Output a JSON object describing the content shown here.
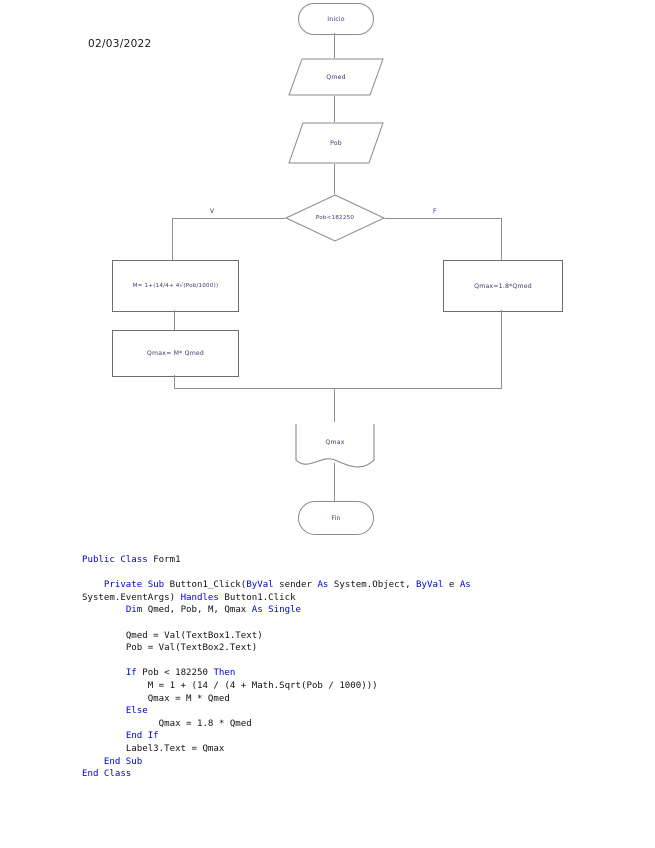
{
  "date": "02/03/2022",
  "flowchart": {
    "nodes": {
      "start": "Inicio",
      "input_qmed": "Qmed",
      "input_pob": "Pob",
      "decision": "Pob<182250",
      "proc_m": "M= 1+(14/4+ 4√(Pob/1000))",
      "proc_qmax_m": "Qmax= M* Qmed",
      "proc_qmax_18": "Qmax=1.8*Qmed",
      "output_qmax": "Qmax",
      "end": "Fin"
    },
    "branch_true": "V",
    "branch_false": "F",
    "colors": {
      "shape_border": "#8a8a8a",
      "text": "#3a3a6b",
      "connector": "#8f8f8f"
    }
  },
  "code": {
    "language": "Visual Basic .NET",
    "keyword_color": "#0000d8",
    "lines": [
      {
        "indent": 0,
        "segments": [
          {
            "t": "Public Class ",
            "k": true
          },
          {
            "t": "Form1",
            "k": false
          }
        ]
      },
      {
        "indent": 0,
        "segments": [
          {
            "t": "",
            "k": false
          }
        ]
      },
      {
        "indent": 4,
        "segments": [
          {
            "t": "Private Sub ",
            "k": true
          },
          {
            "t": "Button1_Click(",
            "k": false
          },
          {
            "t": "ByVal ",
            "k": true
          },
          {
            "t": "sender ",
            "k": false
          },
          {
            "t": "As ",
            "k": true
          },
          {
            "t": "System.Object, ",
            "k": false
          },
          {
            "t": "ByVal ",
            "k": true
          },
          {
            "t": "e ",
            "k": false
          },
          {
            "t": "As ",
            "k": true
          },
          {
            "t": "\nSystem.EventArgs) ",
            "k": false
          },
          {
            "t": "Handles ",
            "k": true
          },
          {
            "t": "Button1.Click",
            "k": false
          }
        ]
      },
      {
        "indent": 8,
        "segments": [
          {
            "t": "Dim ",
            "k": true
          },
          {
            "t": "Qmed, Pob, M, Qmax ",
            "k": false
          },
          {
            "t": "As Single",
            "k": true
          }
        ]
      },
      {
        "indent": 0,
        "segments": [
          {
            "t": "",
            "k": false
          }
        ]
      },
      {
        "indent": 8,
        "segments": [
          {
            "t": "Qmed = Val(TextBox1.Text)",
            "k": false
          }
        ]
      },
      {
        "indent": 8,
        "segments": [
          {
            "t": "Pob = Val(TextBox2.Text)",
            "k": false
          }
        ]
      },
      {
        "indent": 0,
        "segments": [
          {
            "t": "",
            "k": false
          }
        ]
      },
      {
        "indent": 8,
        "segments": [
          {
            "t": "If ",
            "k": true
          },
          {
            "t": "Pob < 182250 ",
            "k": false
          },
          {
            "t": "Then",
            "k": true
          }
        ]
      },
      {
        "indent": 12,
        "segments": [
          {
            "t": "M = 1 + (14 / (4 + Math.Sqrt(Pob / 1000)))",
            "k": false
          }
        ]
      },
      {
        "indent": 12,
        "segments": [
          {
            "t": "Qmax = M * Qmed",
            "k": false
          }
        ]
      },
      {
        "indent": 8,
        "segments": [
          {
            "t": "Else",
            "k": true
          }
        ]
      },
      {
        "indent": 14,
        "segments": [
          {
            "t": "Qmax = 1.8 * Qmed",
            "k": false
          }
        ]
      },
      {
        "indent": 8,
        "segments": [
          {
            "t": "End If",
            "k": true
          }
        ]
      },
      {
        "indent": 8,
        "segments": [
          {
            "t": "Label3.Text = Qmax",
            "k": false
          }
        ]
      },
      {
        "indent": 4,
        "segments": [
          {
            "t": "End Sub",
            "k": true
          }
        ]
      },
      {
        "indent": 0,
        "segments": [
          {
            "t": "End Class",
            "k": true
          }
        ]
      }
    ]
  }
}
